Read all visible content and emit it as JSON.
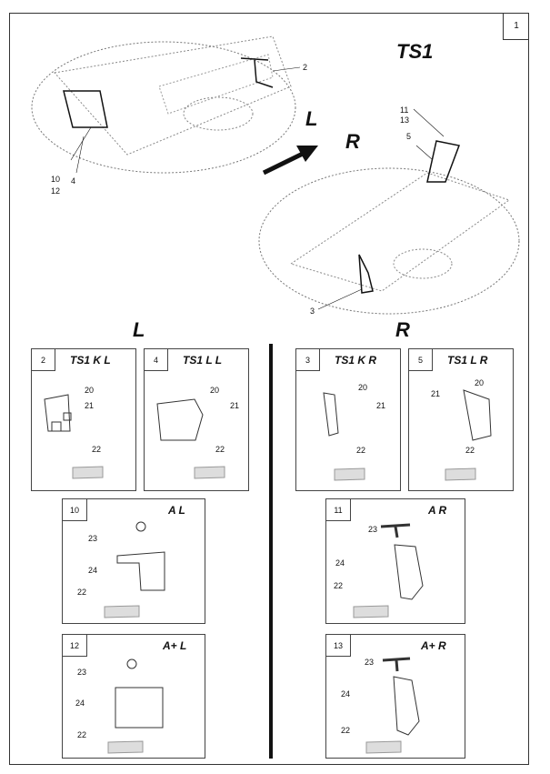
{
  "page_number": "1",
  "model_title": "TS1",
  "arrow_labels": {
    "left": "L",
    "right": "R"
  },
  "column_labels": {
    "left": "L",
    "right": "R"
  },
  "top_callouts": {
    "left_disc": [
      "2",
      "10",
      "12",
      "4"
    ],
    "right_disc": [
      "11",
      "13",
      "5",
      "3"
    ]
  },
  "panels": [
    {
      "num": "2",
      "title": "TS1   K L",
      "labels": [
        "20",
        "21",
        "22"
      ]
    },
    {
      "num": "4",
      "title": "TS1   L L",
      "labels": [
        "20",
        "21",
        "22"
      ]
    },
    {
      "num": "3",
      "title": "TS1   K R",
      "labels": [
        "20",
        "21",
        "22"
      ]
    },
    {
      "num": "5",
      "title": "TS1   L R",
      "labels": [
        "20",
        "21",
        "22"
      ]
    },
    {
      "num": "10",
      "title": "A L",
      "labels": [
        "23",
        "24",
        "22"
      ]
    },
    {
      "num": "11",
      "title": "A R",
      "labels": [
        "23",
        "24",
        "22"
      ]
    },
    {
      "num": "12",
      "title": "A+ L",
      "labels": [
        "23",
        "24",
        "22"
      ]
    },
    {
      "num": "13",
      "title": "A+ R",
      "labels": [
        "23",
        "24",
        "22"
      ]
    }
  ]
}
